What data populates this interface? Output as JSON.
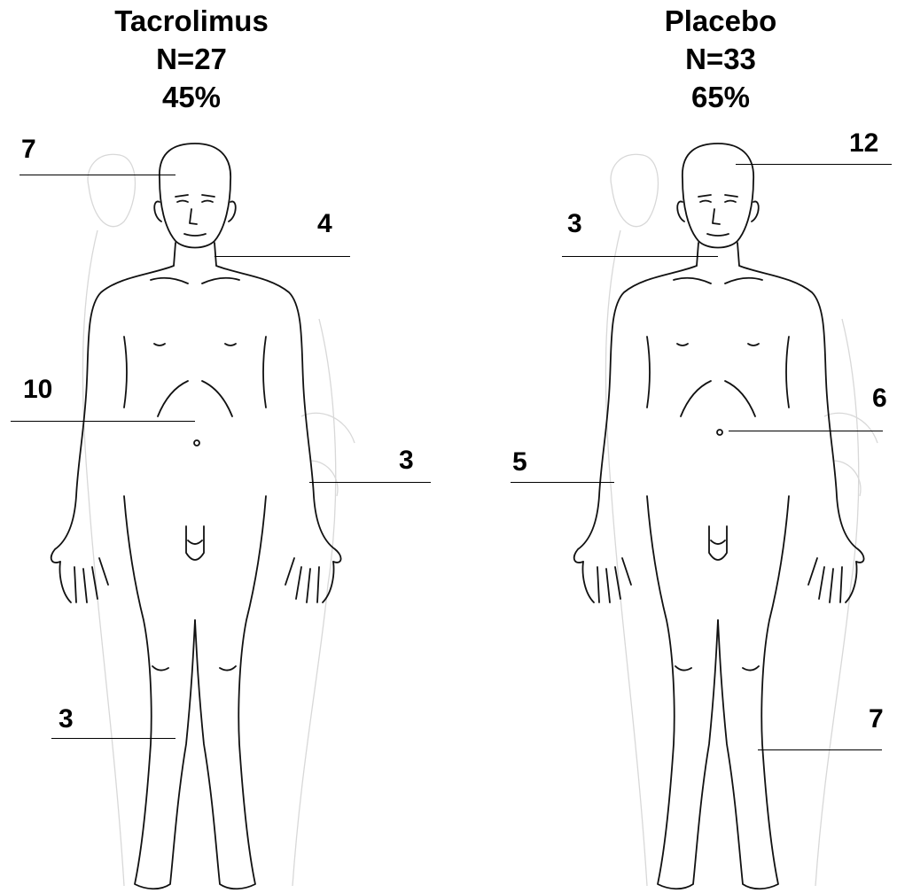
{
  "groups": [
    {
      "name": "Tacrolimus",
      "n": "N=27",
      "pct": "45%",
      "counts": {
        "head": "7",
        "neck": "4",
        "trunk": "10",
        "arm": "3",
        "leg": "3"
      }
    },
    {
      "name": "Placebo",
      "n": "N=33",
      "pct": "65%",
      "counts": {
        "head": "12",
        "neck": "3",
        "trunk": "6",
        "arm": "5",
        "leg": "7"
      }
    }
  ],
  "colors": {
    "ink": "#000000",
    "outline": "#111111",
    "ghost": "#d8d8d8"
  }
}
